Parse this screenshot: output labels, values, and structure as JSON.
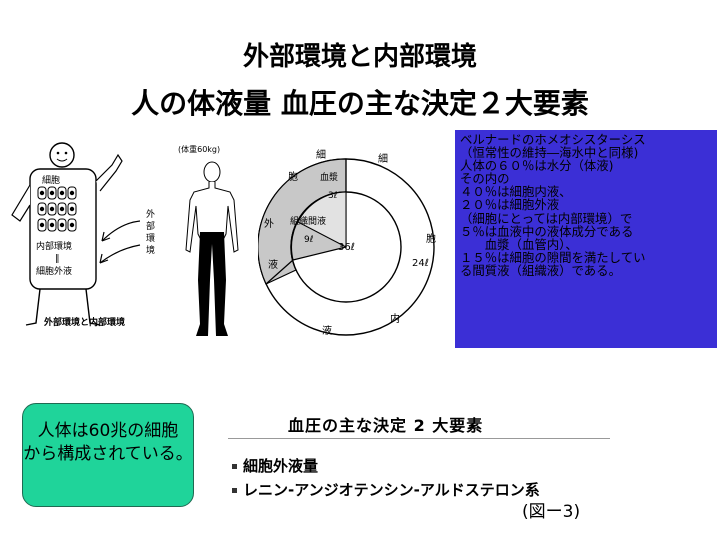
{
  "title": {
    "line1": "外部環境と内部環境",
    "line2": "人の体液量 血圧の主な決定２大要素"
  },
  "figure_cell": {
    "cell_label": "細胞",
    "internal_label": "内部環境",
    "equals": "‖",
    "ecf_label": "細胞外液",
    "external_v": [
      "外",
      "部",
      "環",
      "境"
    ],
    "caption": "外部環境と内部環境"
  },
  "figure_body": {
    "weight_label": "(体重60kg)"
  },
  "figure_donut": {
    "outer_chars": [
      "細",
      "胞",
      "内",
      "液"
    ],
    "outer_value": "24ℓ",
    "center_value": "36ℓ",
    "shaded_chars": [
      "細",
      "胞",
      "外",
      "液"
    ],
    "plasma_label": "血漿",
    "plasma_value": "3ℓ",
    "isf_label": "組織間液",
    "isf_value": "9ℓ"
  },
  "blue_box": {
    "lines": [
      "ベルナードのホメオシスターシス",
      "（恒常性の維持―海水中と同様)",
      "人体の６０％は水分（体液)",
      "その内の",
      "４０％は細胞内液、",
      "２０％は細胞外液",
      "（細胞にとっては内部環境）で",
      "５％は血液中の液体成分である",
      "　　血漿（血管内）、",
      "１５％は細胞の隙間を満たしてい",
      "る間質液（組織液）である。"
    ],
    "background_color": "#3b2fd6"
  },
  "green_box": {
    "lines": [
      "人体は60兆の細胞",
      "から構成されている。"
    ],
    "background_color": "#1fd49a"
  },
  "ref_figure": {
    "title": "血圧の主な決定 2 大要素",
    "items": [
      "細胞外液量",
      "レニン-アンジオテンシン-アルドステロン系"
    ],
    "figure_label": "(図ー3)"
  }
}
